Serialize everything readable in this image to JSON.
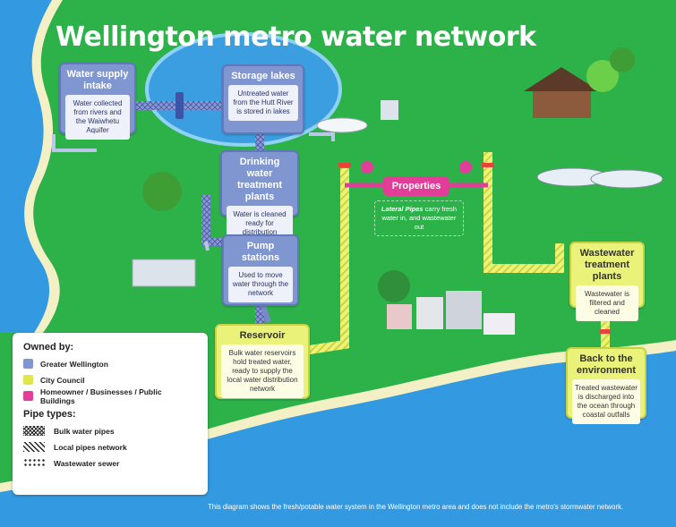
{
  "title": "Wellington metro water network",
  "stages": {
    "intake": {
      "title": "Water supply intake",
      "desc": "Water collected from rivers and the Waiwhetu Aquifer"
    },
    "lakes": {
      "title": "Storage lakes",
      "desc": "Untreated water from the Hutt River is stored in lakes"
    },
    "treatment": {
      "title": "Drinking water treatment plants",
      "desc": "Water is cleaned ready for distribution"
    },
    "pump": {
      "title": "Pump stations",
      "desc": "Used to move water through the network"
    },
    "reservoir": {
      "title": "Reservoir",
      "desc": "Bulk water reservoirs hold treated water, ready to supply the local water distribution network"
    },
    "properties": {
      "title": "Properties",
      "lateral_term": "Lateral Pipes",
      "lateral_rest": " carry fresh water in, and wastewater out"
    },
    "wastewater": {
      "title": "Wastewater treatment plants",
      "desc": "Wastewater is filtered and cleaned"
    },
    "environment": {
      "title": "Back to the environment",
      "desc": "Treated wastewater is discharged into the ocean through coastal outfalls"
    }
  },
  "legend": {
    "owned_heading": "Owned by:",
    "owners": [
      {
        "label": "Greater Wellington",
        "color": "#8096d0"
      },
      {
        "label": "City Council",
        "color": "#dfe84a"
      },
      {
        "label": "Homeowner / Businesses / Public Buildings",
        "color": "#e23d98"
      }
    ],
    "pipes_heading": "Pipe types:",
    "pipes": [
      {
        "label": "Bulk water pipes",
        "pattern": "crosshatch"
      },
      {
        "label": "Local pipes network",
        "pattern": "diagonal-stripes"
      },
      {
        "label": "Wastewater sewer",
        "pattern": "dots"
      }
    ]
  },
  "footnote": "This diagram shows the fresh/potable water system in the Wellington metro area and does not include the metro's stormwater network.",
  "colors": {
    "land": "#2db24a",
    "sea": "#3399e0",
    "beach": "#f3f0c6",
    "bulk_pipe": "#7888c8",
    "local_pipe": "#e9f14f",
    "property_pipe": "#e23d98"
  }
}
